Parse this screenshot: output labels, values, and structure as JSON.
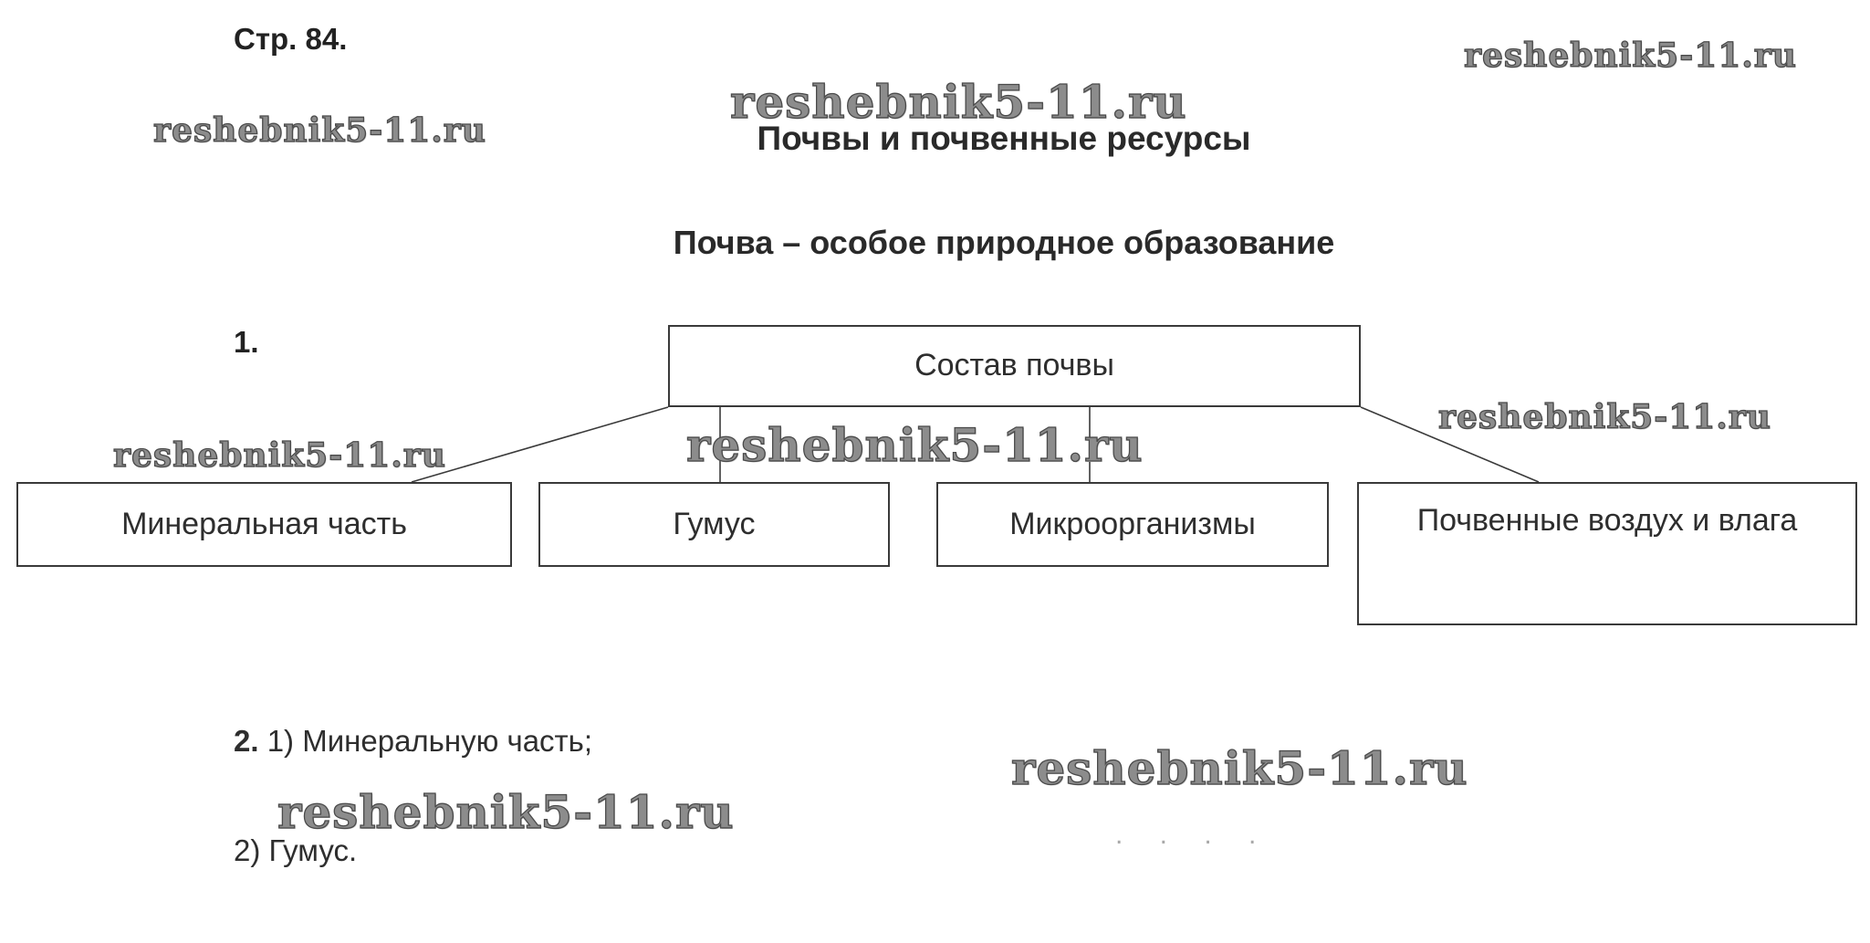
{
  "page": {
    "page_label": "Стр. 84.",
    "title": "Почвы и почвенные ресурсы",
    "subtitle": "Почва – особое природное образование",
    "task1_number": "1.",
    "task2_number": "2.",
    "task2_answer1": "1) Минеральную часть;",
    "task2_answer2": "2) Гумус.",
    "dots": ". . . ."
  },
  "watermark": {
    "text": "reshebnik5-11.ru"
  },
  "diagram": {
    "root_label": "Состав почвы",
    "children": [
      "Минеральная часть",
      "Гумус",
      "Микроорганизмы",
      "Почвенные воздух и влага"
    ]
  },
  "colors": {
    "text": "#222222",
    "watermark": "#6e6e6e",
    "box_border": "#3a3a3a",
    "background": "#ffffff"
  }
}
